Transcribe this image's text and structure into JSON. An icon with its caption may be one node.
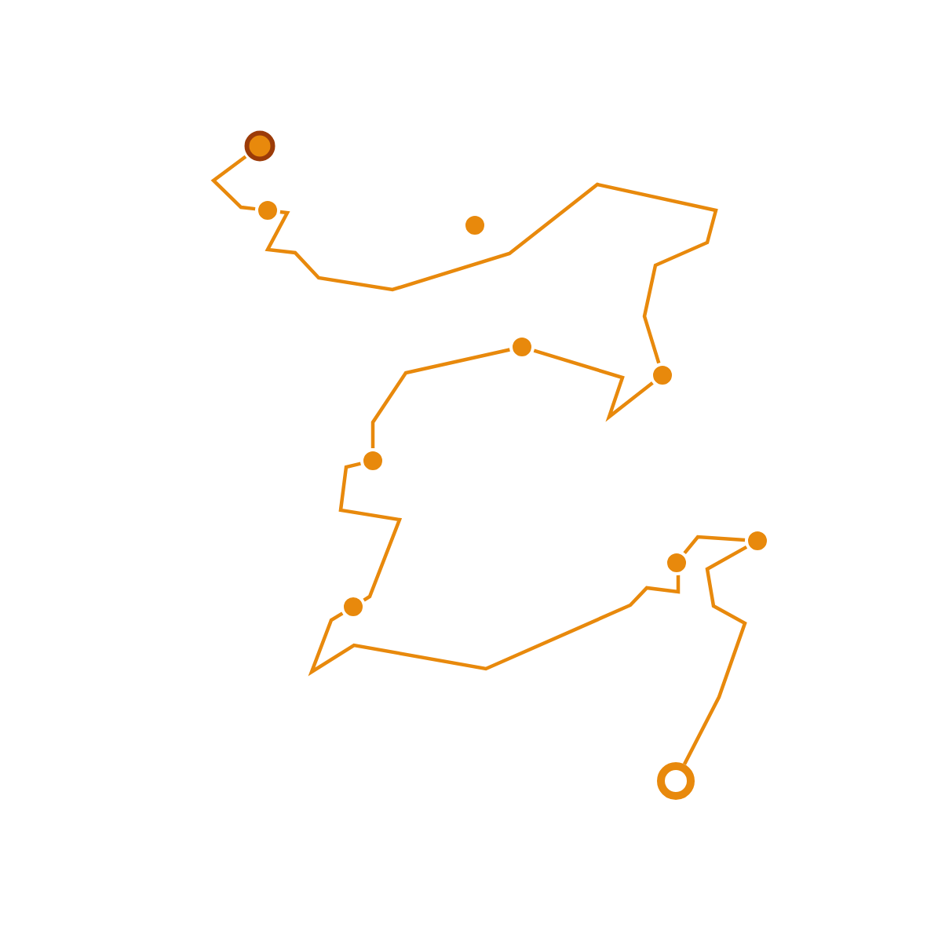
{
  "diagram": {
    "nodes": [
      {
        "text": [],
        "shape": "circle"
      },
      {
        "text": [],
        "shape": "circle"
      },
      {
        "text": [],
        "shape": "circle"
      },
      {
        "text": [],
        "shape": "circle"
      },
      {
        "text": [],
        "shape": "circle"
      },
      {
        "text": [],
        "shape": "circle"
      },
      {
        "text": [],
        "shape": "circle"
      },
      {
        "text": [],
        "shape": "circle"
      },
      {
        "text": [],
        "shape": "circle"
      },
      {
        "text": [],
        "shape": "circle"
      }
    ],
    "edges": [
      {
        "from": 0,
        "to": 1,
        "arrow": "none"
      },
      {
        "from": 1,
        "to": 3,
        "arrow": "none"
      },
      {
        "from": 3,
        "to": 4,
        "arrow": "none"
      },
      {
        "from": 4,
        "to": 5,
        "arrow": "none"
      },
      {
        "from": 5,
        "to": 6,
        "arrow": "none"
      },
      {
        "from": 6,
        "to": 7,
        "arrow": "none"
      },
      {
        "from": 7,
        "to": 8,
        "arrow": "none"
      },
      {
        "from": 8,
        "to": 9,
        "arrow": "none"
      }
    ]
  }
}
